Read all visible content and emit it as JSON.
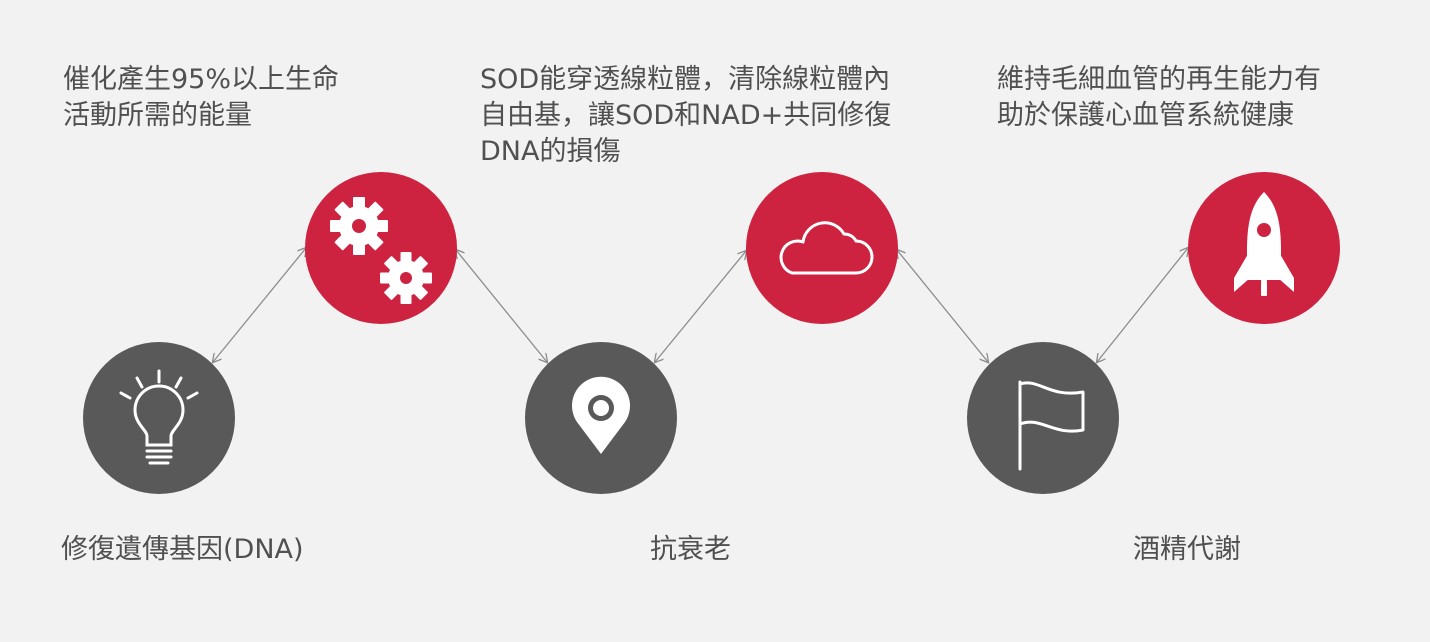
{
  "top_texts": [
    {
      "name": "top-text-1",
      "text": "催化產生95%以上生命\n活動所需的能量"
    },
    {
      "name": "top-text-2",
      "text": "SOD能穿透線粒體，清除線粒體內\n自由基，讓SOD和NAD+共同修復\nDNA的損傷"
    },
    {
      "name": "top-text-3",
      "text": "維持毛細血管的再生能力有\n助於保護心血管系統健康"
    }
  ],
  "bottom_labels": [
    {
      "name": "label-repair-dna",
      "text": "修復遺傳基因(DNA)"
    },
    {
      "name": "label-anti-aging",
      "text": "抗衰老"
    },
    {
      "name": "label-alcohol-metabolism",
      "text": "酒精代謝"
    }
  ],
  "nodes": [
    {
      "name": "lightbulb-node",
      "icon": "lightbulb-icon",
      "color": "#595959"
    },
    {
      "name": "gears-node",
      "icon": "gears-icon",
      "color": "#cd2340"
    },
    {
      "name": "location-pin-node",
      "icon": "location-pin-icon",
      "color": "#595959"
    },
    {
      "name": "cloud-node",
      "icon": "cloud-icon",
      "color": "#cd2340"
    },
    {
      "name": "flag-node",
      "icon": "flag-icon",
      "color": "#595959"
    },
    {
      "name": "rocket-node",
      "icon": "rocket-icon",
      "color": "#cd2340"
    }
  ],
  "colors": {
    "accent": "#cd2340",
    "dark": "#595959",
    "background": "#f2f2f2",
    "text": "#505050",
    "connector": "#8c8c8c"
  }
}
